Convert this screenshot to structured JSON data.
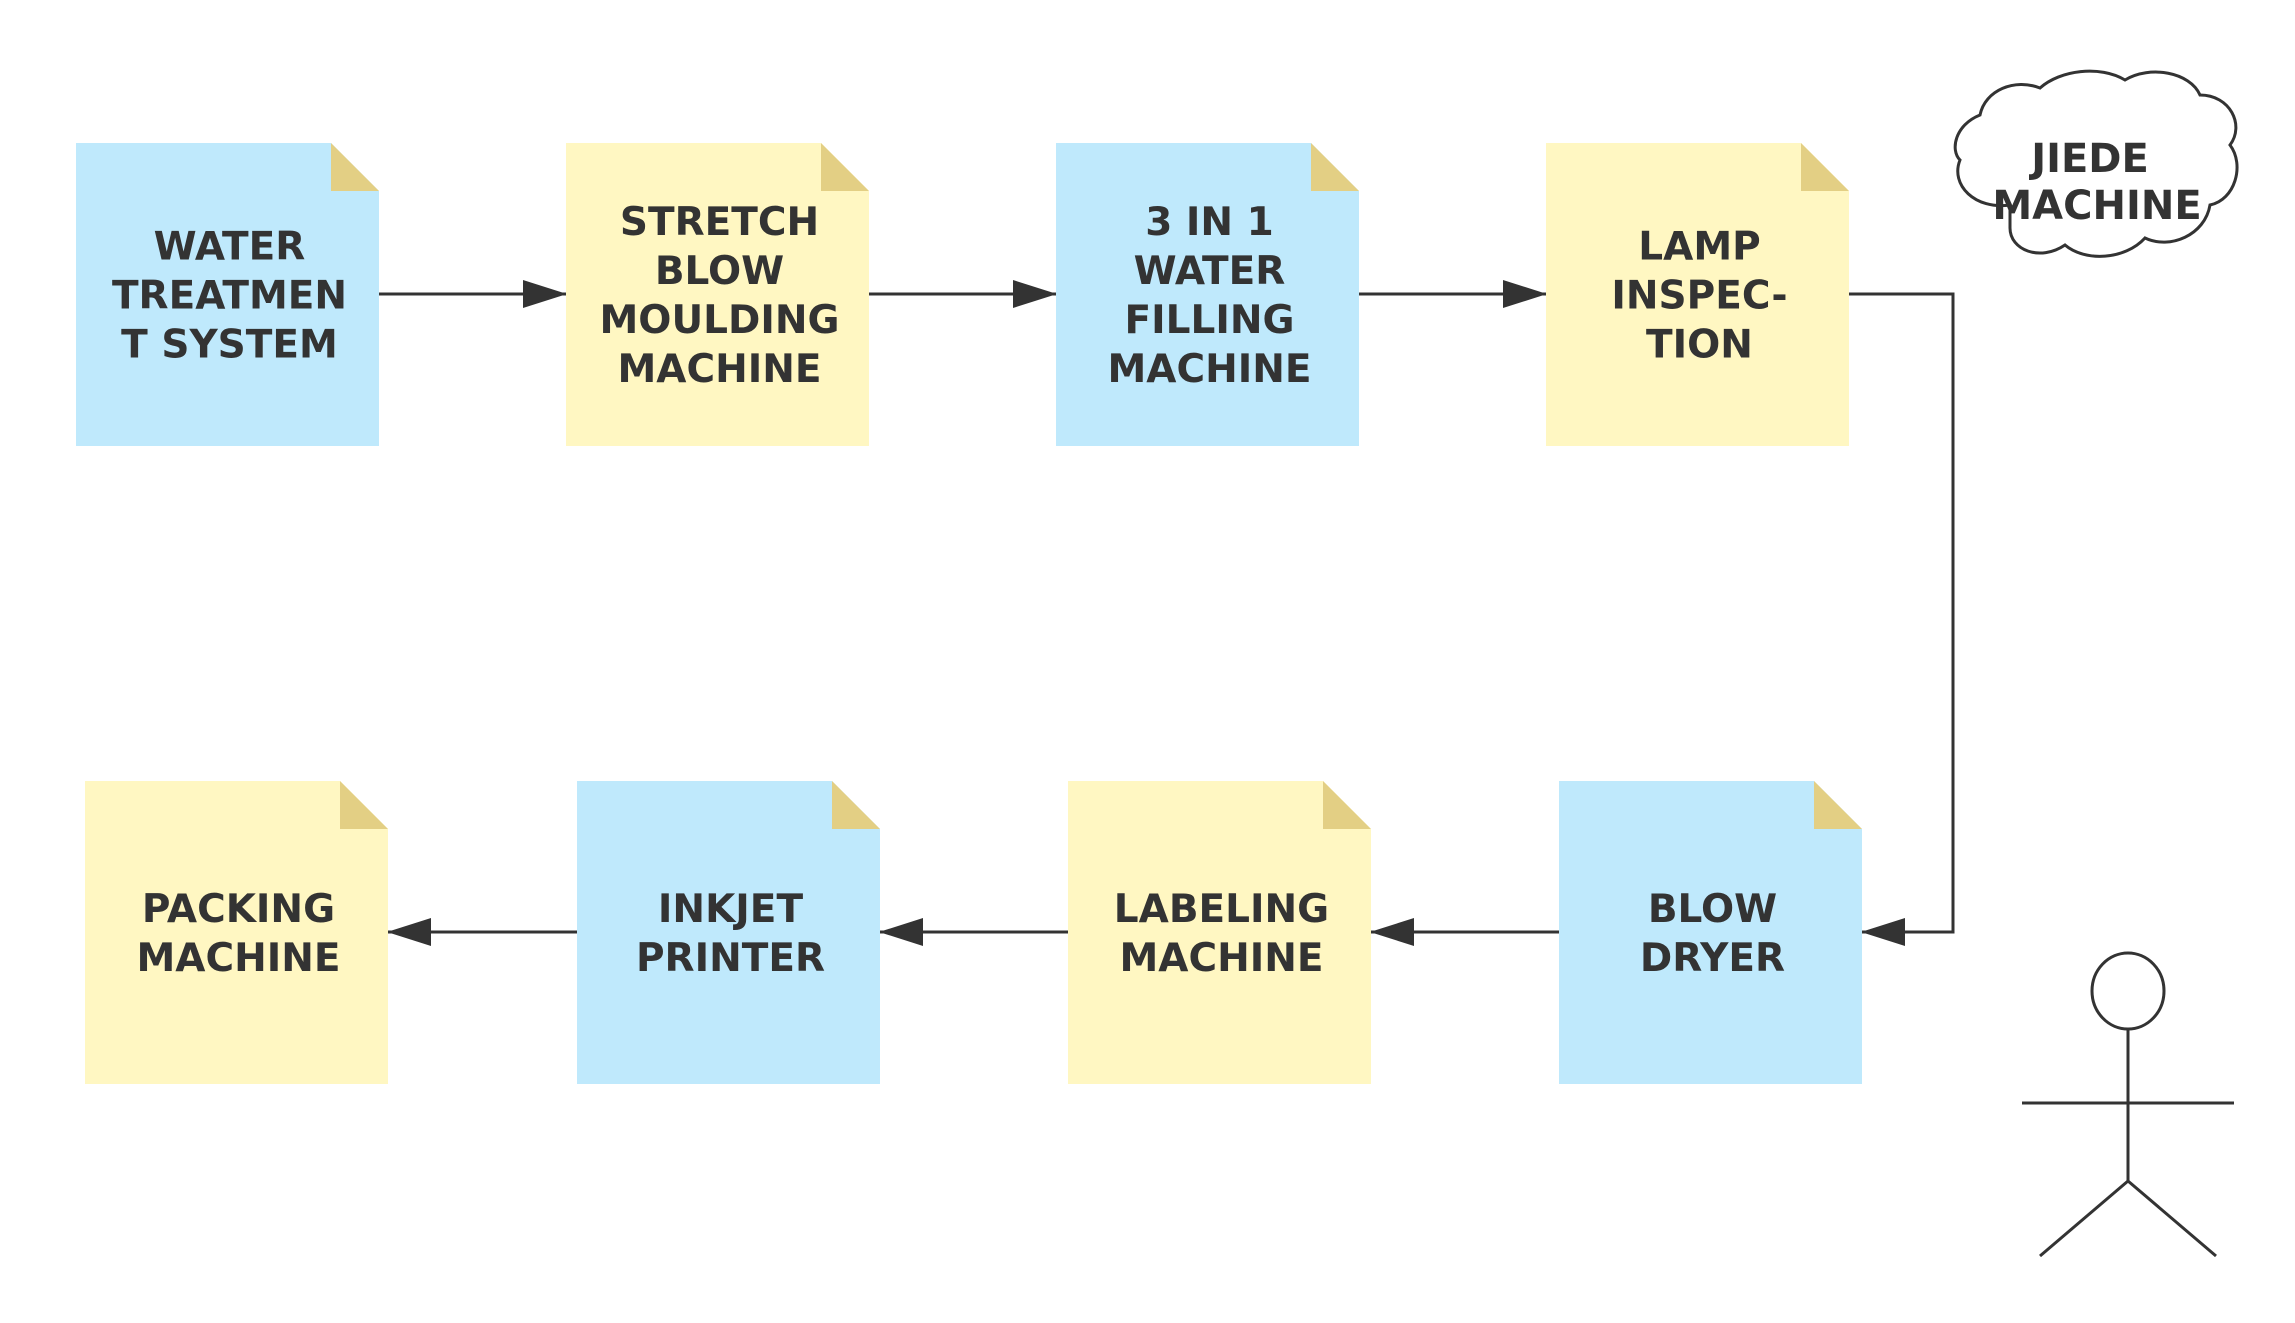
{
  "colors": {
    "blue_note": "#bfe9fc",
    "yellow_note": "#fff7c2",
    "blue_fold": "#e3cf84",
    "yellow_fold": "#e3cf84",
    "line": "#333333",
    "text": "#333333"
  },
  "process": {
    "steps": [
      {
        "id": "water-treatment-system",
        "color": "blue",
        "lines": [
          "WATER",
          "TREATMEN",
          "T SYSTEM"
        ]
      },
      {
        "id": "stretch-blow-moulding-machine",
        "color": "yellow",
        "lines": [
          "STRETCH",
          "BLOW",
          "MOULDING",
          "MACHINE"
        ]
      },
      {
        "id": "3-in-1-water-filling-machine",
        "color": "blue",
        "lines": [
          "3 IN 1",
          "WATER",
          "FILLING",
          "MACHINE"
        ]
      },
      {
        "id": "lamp-inspection",
        "color": "yellow",
        "lines": [
          "LAMP",
          "INSPEC-",
          "TION"
        ]
      },
      {
        "id": "blow-dryer",
        "color": "blue",
        "lines": [
          "BLOW",
          "DRYER"
        ]
      },
      {
        "id": "labeling-machine",
        "color": "yellow",
        "lines": [
          "LABELING",
          "MACHINE"
        ]
      },
      {
        "id": "inkjet-printer",
        "color": "blue",
        "lines": [
          "INKJET",
          "PRINTER"
        ]
      },
      {
        "id": "packing-machine",
        "color": "yellow",
        "lines": [
          "PACKING",
          "MACHINE"
        ]
      }
    ],
    "flow": [
      [
        "water-treatment-system",
        "stretch-blow-moulding-machine"
      ],
      [
        "stretch-blow-moulding-machine",
        "3-in-1-water-filling-machine"
      ],
      [
        "3-in-1-water-filling-machine",
        "lamp-inspection"
      ],
      [
        "lamp-inspection",
        "blow-dryer"
      ],
      [
        "blow-dryer",
        "labeling-machine"
      ],
      [
        "labeling-machine",
        "inkjet-printer"
      ],
      [
        "inkjet-printer",
        "packing-machine"
      ]
    ]
  },
  "cloud": {
    "lines": [
      "JIEDE",
      "MACHINE"
    ]
  },
  "actor": {
    "icon": "stick-figure-icon"
  }
}
